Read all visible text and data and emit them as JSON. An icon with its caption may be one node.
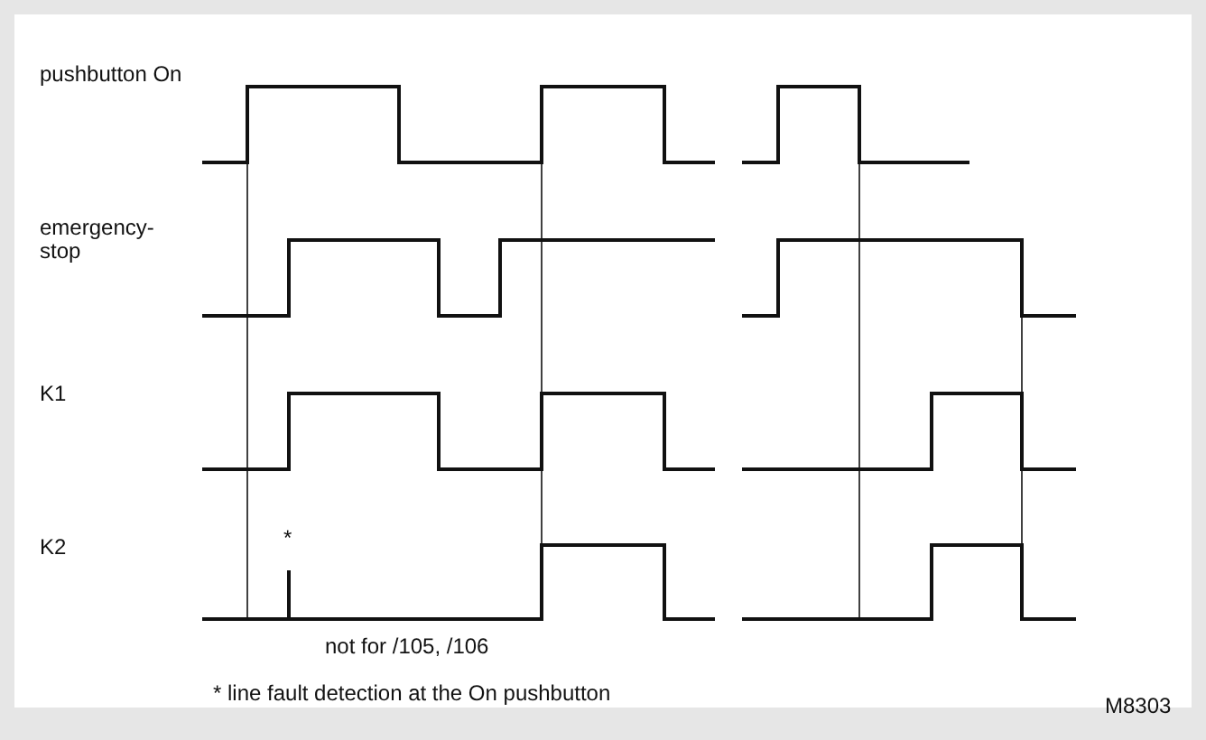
{
  "diagram": {
    "labels": [
      "pushbutton On",
      "emergency-stop",
      "K1",
      "K2",
      "*",
      "not for /105, /106",
      "* line fault detection at the On pushbutton",
      "M8303"
    ]
  }
}
